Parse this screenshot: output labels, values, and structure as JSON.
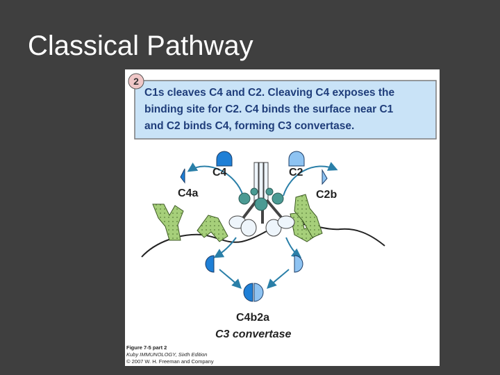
{
  "slide": {
    "title": "Classical Pathway"
  },
  "figure": {
    "step_number": "2",
    "caption_lines": [
      "C1s cleaves C4 and C2. Cleaving C4 exposes the",
      "binding site for C2. C4 binds the surface near C1",
      "and C2 binds C4, forming C3 convertase."
    ],
    "labels": {
      "c4": "C4",
      "c2": "C2",
      "c4a": "C4a",
      "c2b": "C2b",
      "complex": "C4b2a",
      "convertase": "C3 convertase"
    },
    "credit_lines": [
      "Figure 7-5 part 2",
      "Kuby IMMUNOLOGY, Sixth Edition",
      "© 2007 W. H. Freeman and Company"
    ]
  },
  "colors": {
    "slide_background": "#3f3f3f",
    "caption_box": "#c9e3f7",
    "caption_border": "#7a7a7a",
    "caption_text": "#1f3d7a",
    "step_badge": "#f0c7c7",
    "c4_blue": "#1e7fd6",
    "c2_blue": "#8ec3f2",
    "arrow_teal": "#2a7fa8",
    "cell_green": "#a6cf7a",
    "c1_teal": "#4a9a93"
  }
}
